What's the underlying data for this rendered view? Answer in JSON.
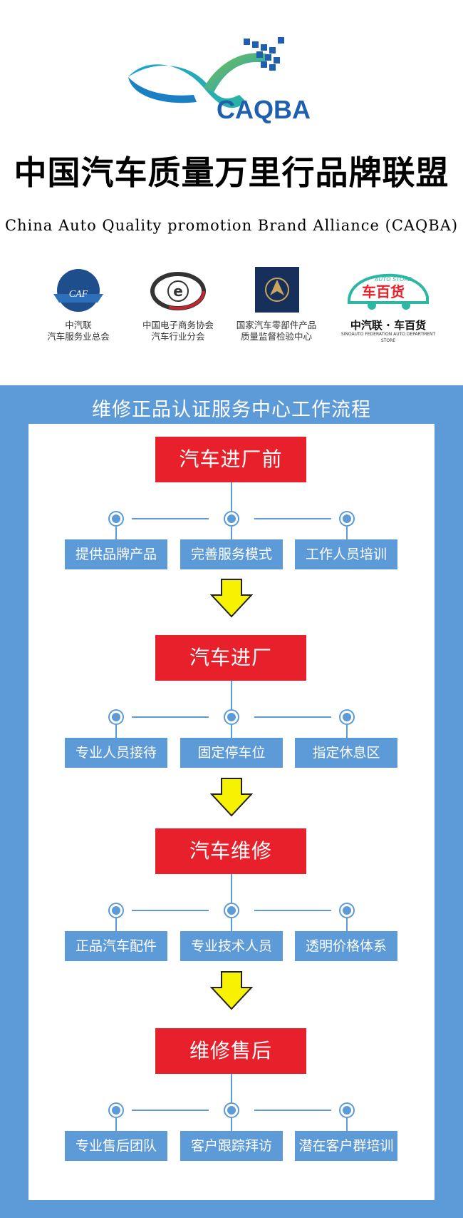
{
  "header": {
    "logo_text": "CAQBA",
    "title": "中国汽车质量万里行品牌联盟",
    "subtitle": "China  Auto Quality promotion  Brand  Alliance (CAQBA)"
  },
  "partners": [
    {
      "badge": "CAF",
      "lines": [
        "中汽联",
        "汽车服务业总会"
      ]
    },
    {
      "badge": "e",
      "lines": [
        "中国电子商务协会",
        "汽车行业分会"
      ]
    },
    {
      "badge": "",
      "lines": [
        "国家汽车零部件产品",
        "质量监督检验中心"
      ]
    },
    {
      "badge": "车百货",
      "badge_top": "AUTO STORE",
      "lines": [
        "中汽联 · 车百货",
        "SINOAUTO FEDERATION   AUTO DEPARTMENT STORE"
      ]
    }
  ],
  "flow": {
    "title": "维修正品认证服务中心工作流程",
    "stages": [
      {
        "label": "汽车进厂前",
        "items": [
          "提供品牌产品",
          "完善服务模式",
          "工作人员培训"
        ]
      },
      {
        "label": "汽车进厂",
        "items": [
          "专业人员接待",
          "固定停车位",
          "指定休息区"
        ]
      },
      {
        "label": "汽车维修",
        "items": [
          "正品汽车配件",
          "专业技术人员",
          "透明价格体系"
        ]
      },
      {
        "label": "维修售后",
        "items": [
          "专业售后团队",
          "客户跟踪拜访",
          "潜在客户群培训"
        ]
      }
    ]
  },
  "colors": {
    "blue": "#5d9ad8",
    "red": "#e8202b",
    "yellow": "#f7f300"
  }
}
